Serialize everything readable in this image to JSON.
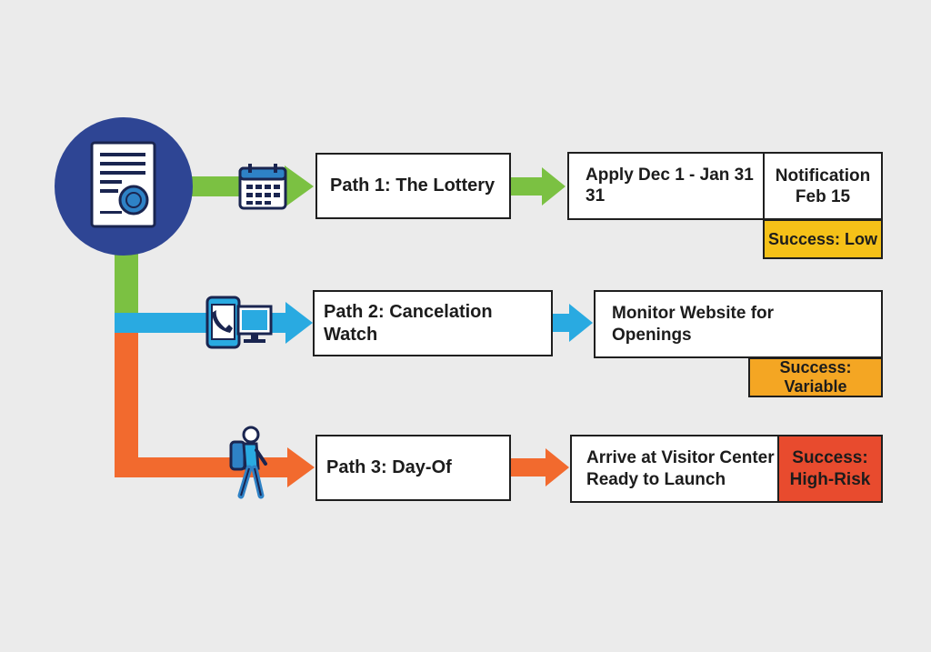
{
  "colors": {
    "background": "#ebebeb",
    "source_circle": "#2e4594",
    "path1": "#7bc142",
    "path2": "#29aae1",
    "path3": "#f26a2e",
    "success_low": "#f5c118",
    "success_variable": "#f4a623",
    "success_high_risk": "#e84b2e"
  },
  "icons": {
    "source": "permit-document-icon",
    "path1": "calendar-icon",
    "path2": "phone-computer-icon",
    "path3": "hiker-icon"
  },
  "paths": [
    {
      "title": "Path 1: The Lottery",
      "step": "Apply Dec 1 - Jan 31\n31",
      "detail": "Notification\nFeb 15",
      "success": "Success: Low"
    },
    {
      "title": "Path 2: Cancelation Watch",
      "step": "Monitor Website for\nOpenings",
      "success": "Success: Variable"
    },
    {
      "title": "Path 3: Day-Of",
      "step": "Arrive at Visitor Center\nReady to Launch",
      "success": "Success:\nHigh-Risk"
    }
  ]
}
